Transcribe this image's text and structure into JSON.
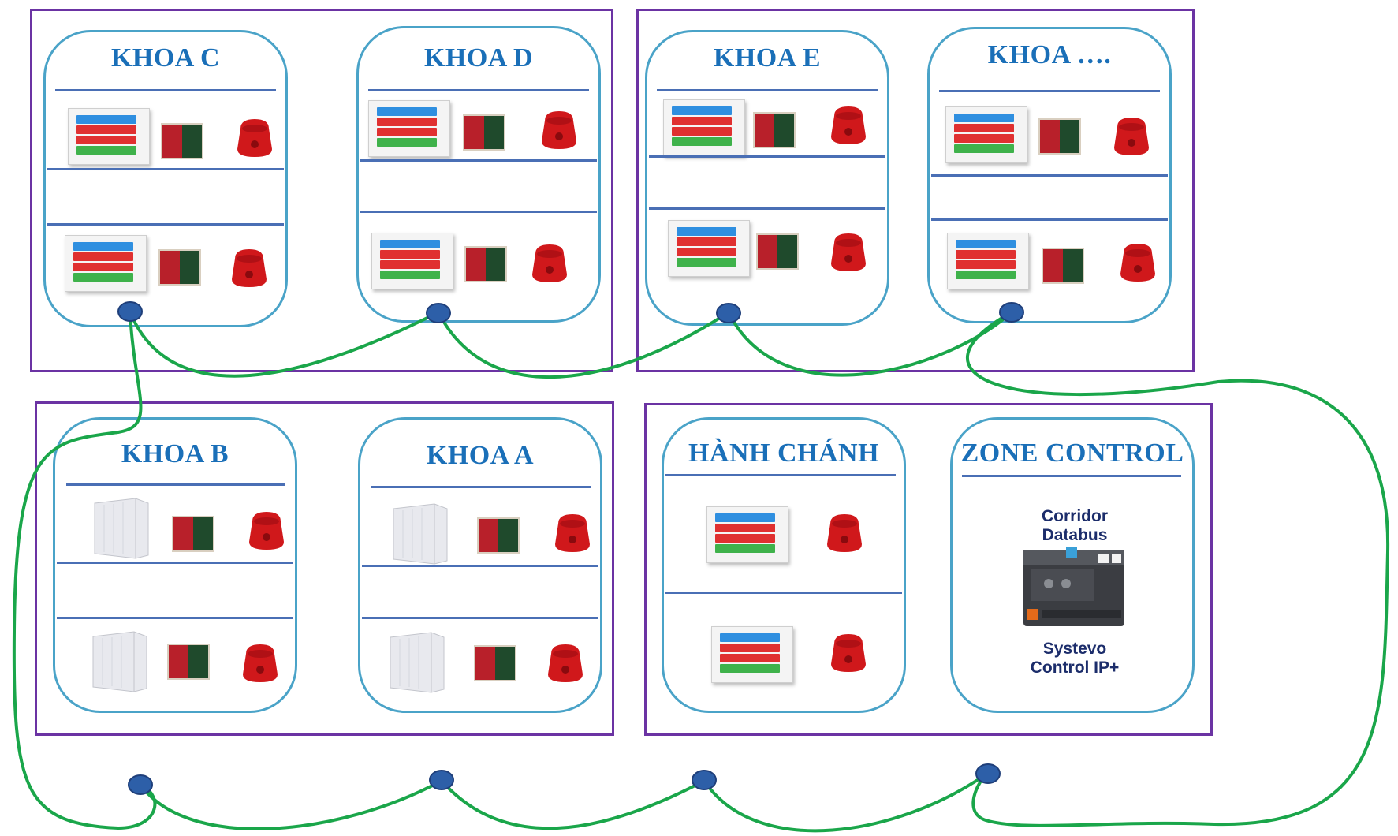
{
  "zones": {
    "khoa_c": {
      "title": "KHOA  C"
    },
    "khoa_d": {
      "title": "KHOA  D"
    },
    "khoa_e": {
      "title": "KHOA  E"
    },
    "khoa_more": {
      "title": "KHOA  …."
    },
    "khoa_b": {
      "title": "KHOA  B"
    },
    "khoa_a": {
      "title": "KHOA  A"
    },
    "hanh_chanh": {
      "title": "HÀNH CHÁNH"
    },
    "zone_control": {
      "title": "ZONE CONTROL"
    }
  },
  "controller": {
    "label_top_1": "Corridor",
    "label_top_2": "Databus",
    "label_bottom_1": "Systevo",
    "label_bottom_2": "Control IP+"
  },
  "colors": {
    "group_border": "#6b33a3",
    "card_border": "#4aa3c8",
    "title": "#1a6fb8",
    "divider": "#4a6fb5",
    "bus_wire": "#1aa64a",
    "bus_node": "#2d5fa8"
  },
  "icons": [
    "touch-panel-icon",
    "call-switch-icon",
    "siren-icon",
    "speaker-icon",
    "controller-icon",
    "bus-node-icon"
  ]
}
